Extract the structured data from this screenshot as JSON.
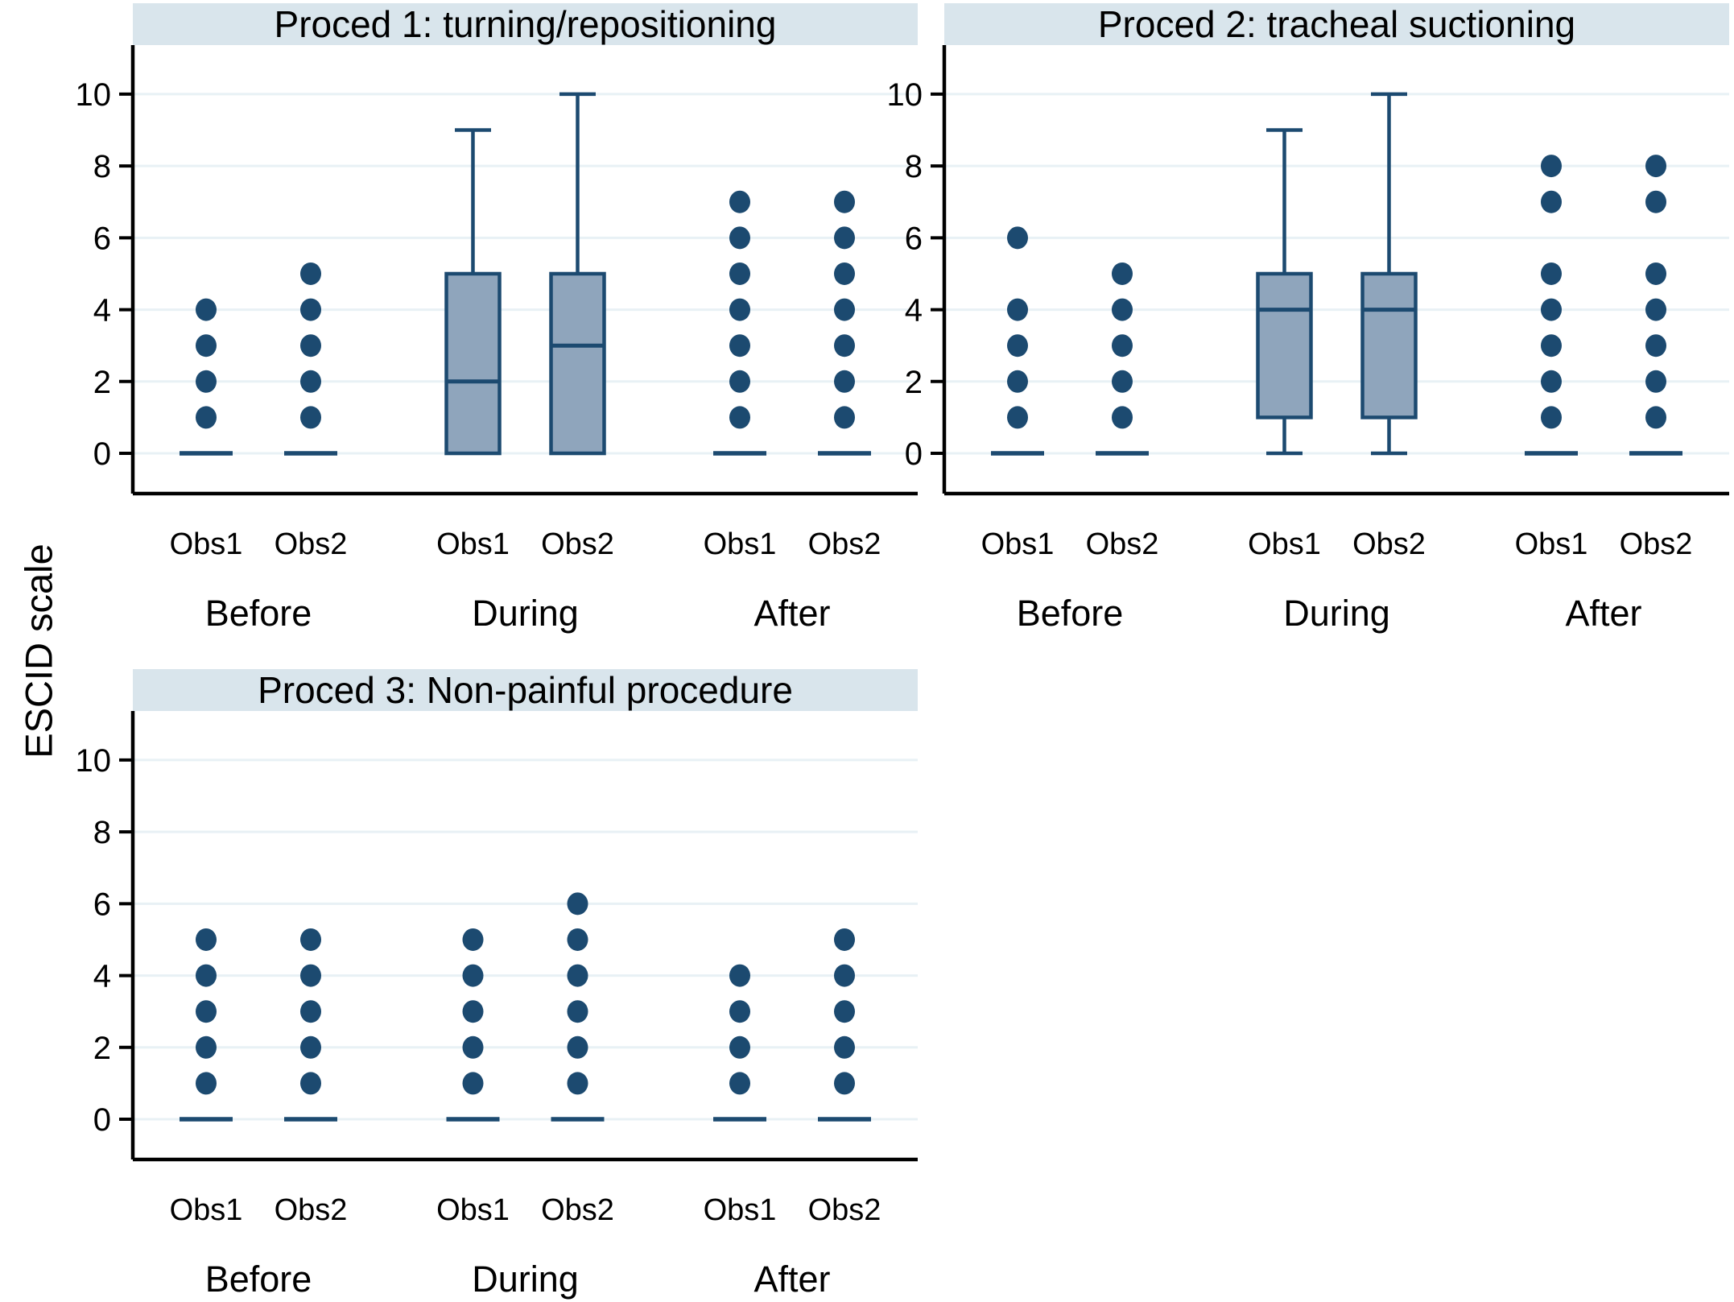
{
  "figure": {
    "ylabel": "ESCID scale"
  },
  "chart_data": {
    "type": "boxplot",
    "title": "",
    "ylabel": "ESCID scale",
    "xlabel": "",
    "yticks": [
      0,
      2,
      4,
      6,
      8,
      10
    ],
    "ylim": [
      0,
      10
    ],
    "grid": true,
    "legend_position": "none",
    "groups": [
      "Before",
      "During",
      "After"
    ],
    "observers": [
      "Obs1",
      "Obs2"
    ],
    "panels": [
      {
        "title": "Proced 1: turning/repositioning",
        "series": [
          {
            "group": "Before",
            "observer": "Obs1",
            "q1": 0,
            "median": 0,
            "q3": 0,
            "whisker_low": 0,
            "whisker_high": 0,
            "outliers": [
              1,
              2,
              3,
              4
            ]
          },
          {
            "group": "Before",
            "observer": "Obs2",
            "q1": 0,
            "median": 0,
            "q3": 0,
            "whisker_low": 0,
            "whisker_high": 0,
            "outliers": [
              1,
              2,
              3,
              4,
              5
            ]
          },
          {
            "group": "During",
            "observer": "Obs1",
            "q1": 0,
            "median": 2,
            "q3": 5,
            "whisker_low": 0,
            "whisker_high": 9,
            "outliers": []
          },
          {
            "group": "During",
            "observer": "Obs2",
            "q1": 0,
            "median": 3,
            "q3": 5,
            "whisker_low": 0,
            "whisker_high": 10,
            "outliers": []
          },
          {
            "group": "After",
            "observer": "Obs1",
            "q1": 0,
            "median": 0,
            "q3": 0,
            "whisker_low": 0,
            "whisker_high": 0,
            "outliers": [
              1,
              2,
              3,
              4,
              5,
              6,
              7
            ]
          },
          {
            "group": "After",
            "observer": "Obs2",
            "q1": 0,
            "median": 0,
            "q3": 0,
            "whisker_low": 0,
            "whisker_high": 0,
            "outliers": [
              1,
              2,
              3,
              4,
              5,
              6,
              7
            ]
          }
        ]
      },
      {
        "title": "Proced 2: tracheal suctioning",
        "series": [
          {
            "group": "Before",
            "observer": "Obs1",
            "q1": 0,
            "median": 0,
            "q3": 0,
            "whisker_low": 0,
            "whisker_high": 0,
            "outliers": [
              1,
              2,
              3,
              4,
              6
            ]
          },
          {
            "group": "Before",
            "observer": "Obs2",
            "q1": 0,
            "median": 0,
            "q3": 0,
            "whisker_low": 0,
            "whisker_high": 0,
            "outliers": [
              1,
              2,
              3,
              4,
              5
            ]
          },
          {
            "group": "During",
            "observer": "Obs1",
            "q1": 1,
            "median": 4,
            "q3": 5,
            "whisker_low": 0,
            "whisker_high": 9,
            "outliers": []
          },
          {
            "group": "During",
            "observer": "Obs2",
            "q1": 1,
            "median": 4,
            "q3": 5,
            "whisker_low": 0,
            "whisker_high": 10,
            "outliers": []
          },
          {
            "group": "After",
            "observer": "Obs1",
            "q1": 0,
            "median": 0,
            "q3": 0,
            "whisker_low": 0,
            "whisker_high": 0,
            "outliers": [
              1,
              2,
              3,
              4,
              5,
              7,
              8
            ]
          },
          {
            "group": "After",
            "observer": "Obs2",
            "q1": 0,
            "median": 0,
            "q3": 0,
            "whisker_low": 0,
            "whisker_high": 0,
            "outliers": [
              1,
              2,
              3,
              4,
              5,
              7,
              8
            ]
          }
        ]
      },
      {
        "title": "Proced 3: Non-painful procedure",
        "series": [
          {
            "group": "Before",
            "observer": "Obs1",
            "q1": 0,
            "median": 0,
            "q3": 0,
            "whisker_low": 0,
            "whisker_high": 0,
            "outliers": [
              1,
              2,
              3,
              4,
              5
            ]
          },
          {
            "group": "Before",
            "observer": "Obs2",
            "q1": 0,
            "median": 0,
            "q3": 0,
            "whisker_low": 0,
            "whisker_high": 0,
            "outliers": [
              1,
              2,
              3,
              4,
              5
            ]
          },
          {
            "group": "During",
            "observer": "Obs1",
            "q1": 0,
            "median": 0,
            "q3": 0,
            "whisker_low": 0,
            "whisker_high": 0,
            "outliers": [
              1,
              2,
              3,
              4,
              5
            ]
          },
          {
            "group": "During",
            "observer": "Obs2",
            "q1": 0,
            "median": 0,
            "q3": 0,
            "whisker_low": 0,
            "whisker_high": 0,
            "outliers": [
              1,
              2,
              3,
              4,
              5,
              6
            ]
          },
          {
            "group": "After",
            "observer": "Obs1",
            "q1": 0,
            "median": 0,
            "q3": 0,
            "whisker_low": 0,
            "whisker_high": 0,
            "outliers": [
              1,
              2,
              3,
              4
            ]
          },
          {
            "group": "After",
            "observer": "Obs2",
            "q1": 0,
            "median": 0,
            "q3": 0,
            "whisker_low": 0,
            "whisker_high": 0,
            "outliers": [
              1,
              2,
              3,
              4,
              5
            ]
          }
        ]
      }
    ],
    "colors": {
      "box_fill": "#8fa5bc",
      "box_line": "#1c4a70",
      "outlier_dot": "#1c4a70",
      "grid_line": "#e8f1f5",
      "title_band": "#d9e5ec",
      "axis": "#000000",
      "text": "#000000",
      "background": "#ffffff"
    }
  }
}
